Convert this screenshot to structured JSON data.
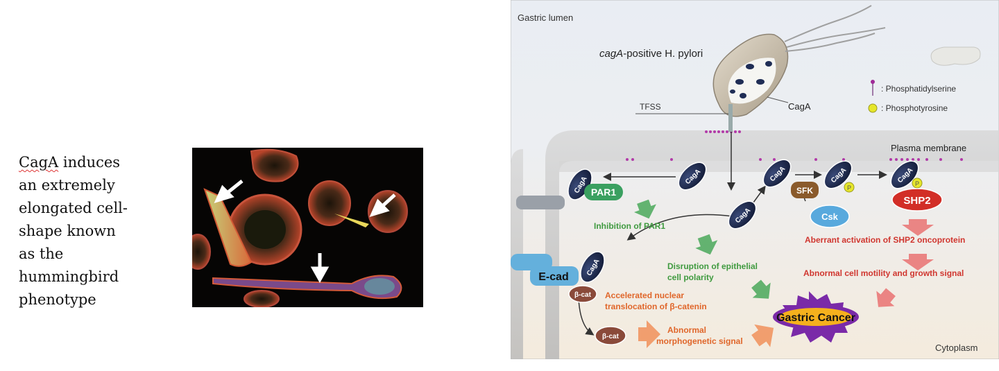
{
  "caption": {
    "word1": "CagA",
    "rest": " induces",
    "lines": [
      "an extremely",
      "elongated cell-",
      "shape known",
      "as the",
      "hummingbird",
      "phenotype"
    ]
  },
  "diagram": {
    "gastric_lumen": "Gastric lumen",
    "bacterium_prefix": "cagA",
    "bacterium_suffix": "-positive H. pylori",
    "cagA_callout": "CagA",
    "tfss": "TFSS",
    "plasma_membrane": "Plasma membrane",
    "cytoplasm": "Cytoplasm",
    "legend_ps": ": Phosphatidylserine",
    "legend_py": ": Phosphotyrosine",
    "p_symbol": "P",
    "cagA_node": "CagA",
    "par1": "PAR1",
    "sfk": "SFK",
    "csk": "Csk",
    "shp2": "SHP2",
    "ecad": "E-cad",
    "bcat": "β-cat",
    "inhibition_par1": "Inhibition of PAR1",
    "disruption_1": "Disruption of epithelial",
    "disruption_2": "cell polarity",
    "aberrant_shp2": "Aberrant activation of SHP2 oncoprotein",
    "abnormal_motility": "Abnormal cell motility and growth signal",
    "accelerated_1": "Accelerated nuclear",
    "accelerated_2": "translocation of β-catenin",
    "morpho_1": "Abnormal",
    "morpho_2": "morphogenetic signal",
    "gastric_cancer": "Gastric Cancer",
    "colors": {
      "cagA_fill": "#1f2d55",
      "green_text": "#3f9a3f",
      "orange_text": "#e0662a",
      "red_text": "#d0362f",
      "shp2_fill": "#d22e27",
      "sfk_fill": "#8a5a2b",
      "csk_fill": "#58a9dd",
      "cancer_star": "#7a2aa8",
      "cancer_center": "#f5b11d"
    }
  }
}
